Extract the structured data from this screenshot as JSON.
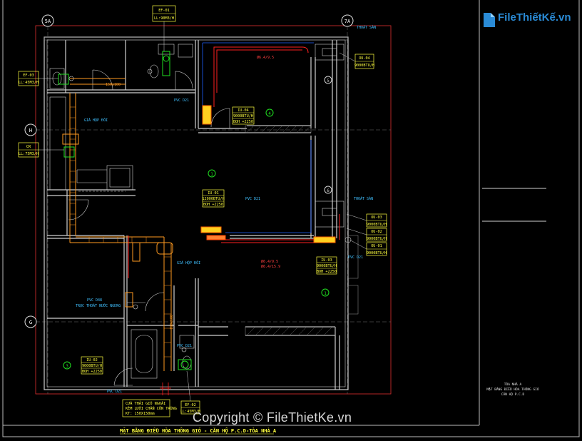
{
  "grid": {
    "axis_5A": "5A",
    "axis_7A": "7A",
    "axis_H": "H",
    "axis_G": "G"
  },
  "tags": {
    "ef01_a": "EF-01",
    "ef01_b": "LL:90M3/H",
    "ef02_a": "EF-02",
    "ef02_b": "LL:45M3/H",
    "cr_a": "CR",
    "cr_b": "LL:75M3/H",
    "ou04_a": "OU-04",
    "ou04_b": "9000BTU/H",
    "ou03_a": "OU-03",
    "ou03_b": "9000BTU/H",
    "ou02_a": "OU-02",
    "ou02_b": "9000BTU/H",
    "ou01_a": "OU-01",
    "ou01_b": "9000BTU/H",
    "iu04_a": "IU-04",
    "iu04_b": "9000BTU/H",
    "iu04_c": "BOH +2250",
    "iu01_a": "IU-01",
    "iu01_b": "12000BTU/H",
    "iu01_c": "BOH +2250",
    "iu03_a": "IU-03",
    "iu03_b": "9000BTU/H",
    "iu03_c": "BOH +2250",
    "iu02_a": "IU-02",
    "iu02_b": "9000BTU/H",
    "iu02_c": "BOH +2250",
    "ef03_a": "EF-03",
    "ef03_b": "LL:45M3/H"
  },
  "notes": {
    "thoat_san_1": "THOÁT SÀN",
    "thoat_san_2": "THOÁT SÀN",
    "gia_hop_doi_1": "GIÁ HỘP ĐÔI",
    "gia_hop_doi_2": "GIÁ HỘP ĐÔI",
    "pvc_1": "PVC D21",
    "pvc_2": "PVC D21",
    "pvc_3": "PVC D21",
    "pvc_4": "PVC D21",
    "pvc_5": "PVC D21",
    "pipe_1": "Ø6.4/9.5",
    "pipe_2": "Ø6.4/9.5",
    "pipe_3": "Ø6.4/15.9",
    "ong_thoat": "PVC D48",
    "truc_thoat": "TRỤC THOÁT NƯỚC NGƯNG",
    "duct_1": "150x100",
    "duct_2": "150x100",
    "vent_1": "CỬA THẢI GIÓ NGOÀI",
    "vent_2": "KÈM LƯỚI CHẮN CÔN TRÙNG",
    "vent_3": "KT: 150X150mm"
  },
  "room_numbers": [
    "1",
    "2",
    "3",
    "4",
    "5",
    "6"
  ],
  "title_main": "MẶT BẰNG ĐIỀU HÒA THÔNG GIÓ - CĂN HỘ P.C.D-TÒA NHÀ A",
  "title_block": {
    "line1": "TÒA NHÀ A",
    "line2": "MẶT BẰNG ĐIỀU HÒA THÔNG GIÓ",
    "line3": "CĂN HỘ P.C.D"
  },
  "logo": "FileThiếtKế.vn",
  "watermark": "Copyright © FileThietKe.vn",
  "colors": {
    "background": "#000000",
    "wall": "#c8c8c8",
    "refrigerant": "#ff2020",
    "duct": "#ffa020",
    "tag": "#ffff00",
    "note": "#40c0ff",
    "fan": "#20e020",
    "dim": "#ff4040"
  }
}
